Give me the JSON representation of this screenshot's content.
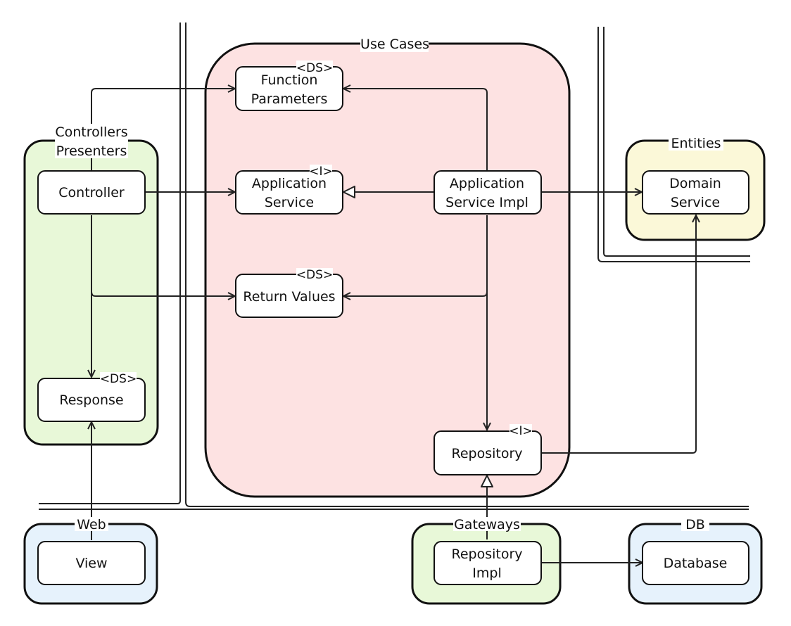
{
  "regions": {
    "use_cases": {
      "title": "Use Cases",
      "fill": "#fde2e2"
    },
    "controllers": {
      "title_line1": "Controllers",
      "title_line2": "Presenters",
      "fill": "#e8f8d8"
    },
    "entities": {
      "title": "Entities",
      "fill": "#fbf8d8"
    },
    "web": {
      "title": "Web",
      "fill": "#e6f2fc"
    },
    "gateways": {
      "title": "Gateways",
      "fill": "#e8f8d8"
    },
    "db": {
      "title": "DB",
      "fill": "#e6f2fc"
    }
  },
  "nodes": {
    "function_parameters": {
      "line1": "Function",
      "line2": "Parameters",
      "stereotype": "<DS>"
    },
    "application_service": {
      "line1": "Application",
      "line2": "Service",
      "stereotype": "<I>"
    },
    "return_values": {
      "label": "Return Values",
      "stereotype": "<DS>"
    },
    "application_service_impl": {
      "line1": "Application",
      "line2": "Service Impl"
    },
    "repository": {
      "label": "Repository",
      "stereotype": "<I>"
    },
    "controller": {
      "label": "Controller"
    },
    "response": {
      "label": "Response",
      "stereotype": "<DS>"
    },
    "domain_service": {
      "line1": "Domain",
      "line2": "Service"
    },
    "view": {
      "label": "View"
    },
    "repository_impl": {
      "line1": "Repository",
      "line2": "Impl"
    },
    "database": {
      "label": "Database"
    }
  }
}
